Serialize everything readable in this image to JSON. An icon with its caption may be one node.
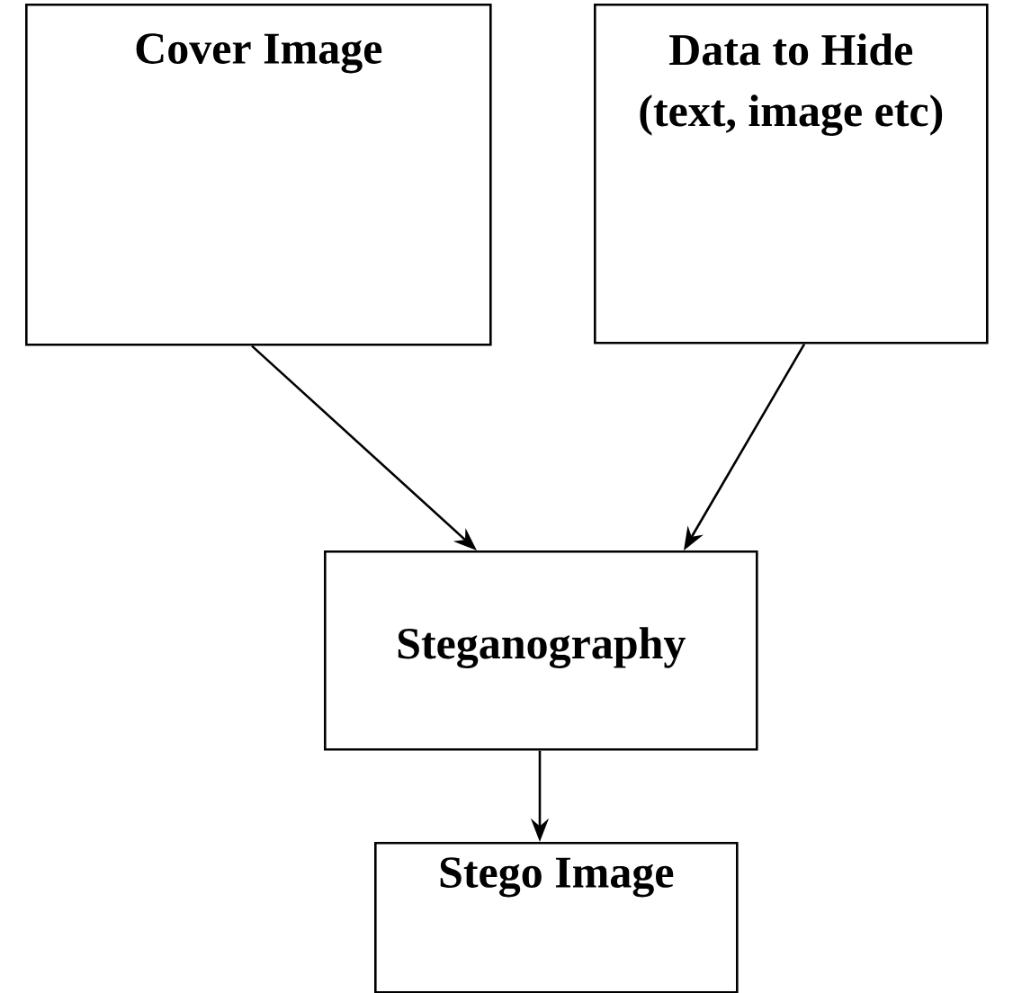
{
  "diagram": {
    "nodes": [
      {
        "text": [
          "Cover Image"
        ]
      },
      {
        "text": [
          "Data to Hide (text, image etc)"
        ]
      },
      {
        "text": [
          "Steganography"
        ]
      },
      {
        "text": [
          "Stego Image"
        ]
      }
    ],
    "edges": [
      {
        "from": 0,
        "to": 2,
        "arrow": "to"
      },
      {
        "from": 1,
        "to": 2,
        "arrow": "to"
      },
      {
        "from": 2,
        "to": 3,
        "arrow": "to"
      }
    ]
  }
}
